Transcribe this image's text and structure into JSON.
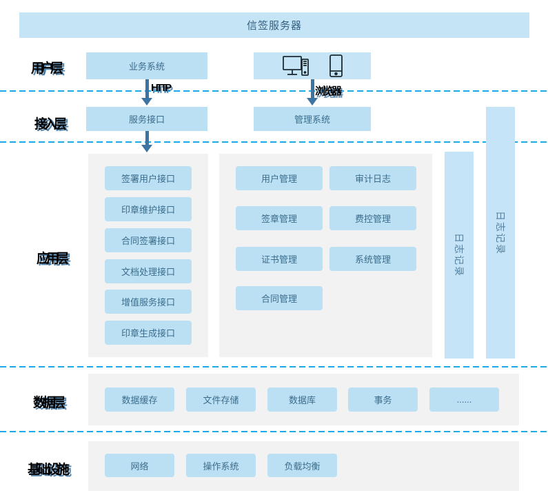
{
  "title": "信签服务器",
  "colors": {
    "banner_bg": "#c5e4f6",
    "box_bg": "#bbdff3",
    "bar_bg": "#c6e4f7",
    "panel_bg": "#f2f2f2",
    "box_text": "#3b6d8d",
    "arrow": "#3d74a1",
    "dashed_line": "#1fa7e4",
    "label_text": "#000000"
  },
  "icons": [
    "desktop-icon",
    "smartphone-icon"
  ],
  "layers": {
    "user": {
      "label": "用户层",
      "business_system": "业务系统",
      "http_label": "HTTP",
      "browser_label": "浏览器"
    },
    "access": {
      "label": "接入层",
      "service_interface": "服务接口",
      "management_system": "管理系统"
    },
    "application": {
      "label": "应用层",
      "interface_boxes": [
        "签署用户接口",
        "印章维护接口",
        "合同签署接口",
        "文档处理接口",
        "增值服务接口",
        "印章生成接口"
      ],
      "management_boxes": [
        "用户管理",
        "审计日志",
        "签章管理",
        "费控管理",
        "证书管理",
        "系统管理",
        "合同管理"
      ],
      "log_bars": [
        "日志记录",
        "日志记录"
      ]
    },
    "data": {
      "label": "数据层",
      "boxes": [
        "数据缓存",
        "文件存储",
        "数据库",
        "事务",
        "......"
      ]
    },
    "infrastructure": {
      "label": "基础设施",
      "boxes": [
        "网络",
        "操作系统",
        "负载均衡"
      ]
    }
  }
}
